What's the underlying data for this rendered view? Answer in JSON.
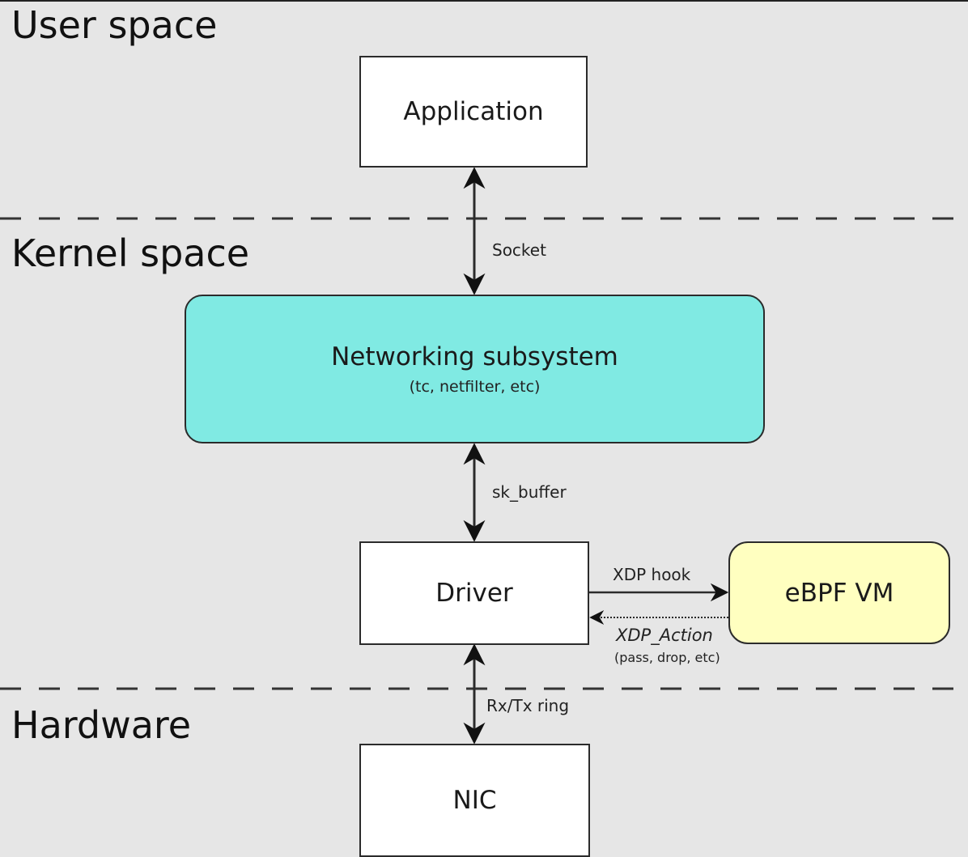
{
  "zones": {
    "user_space": "User space",
    "kernel_space": "Kernel space",
    "hardware": "Hardware"
  },
  "nodes": {
    "application": {
      "title": "Application"
    },
    "networking": {
      "title": "Networking subsystem",
      "subtitle": "(tc, netfilter, etc)"
    },
    "driver": {
      "title": "Driver"
    },
    "ebpf": {
      "title": "eBPF VM"
    },
    "nic": {
      "title": "NIC"
    }
  },
  "edges": {
    "socket": "Socket",
    "sk_buffer": "sk_buffer",
    "xdp_hook": "XDP hook",
    "xdp_action": "XDP_Action",
    "xdp_action_sub": "(pass, drop, etc)",
    "rx_tx_ring": "Rx/Tx ring"
  },
  "colors": {
    "background": "#e6e6e6",
    "networking_fill": "#80eae3",
    "ebpf_fill": "#ffffc0",
    "box_fill": "#ffffff",
    "stroke": "#2b2b2b"
  }
}
